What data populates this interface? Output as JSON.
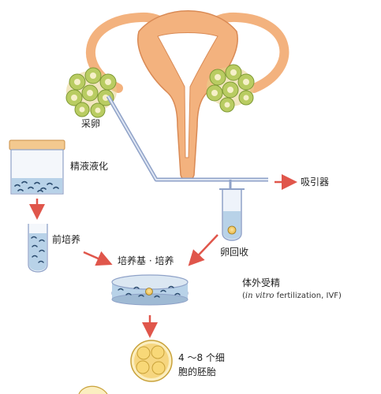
{
  "labels": {
    "egg_retrieval": "采卵",
    "sperm_liquefaction": "精液液化",
    "aspirator": "吸引器",
    "pre_culture": "前培养",
    "egg_recovery": "卵回收",
    "culture_medium": "培养基 · 培养",
    "ivf_title": "体外受精",
    "ivf_english_open": "(",
    "ivf_english_italic": "in vitro",
    "ivf_english_rest": " fertilization, IVF)",
    "embryo_line1": "4 ～8 个细",
    "embryo_line2": "胞的胚胎"
  },
  "colors": {
    "uterus": "#f3b27e",
    "uterus_stroke": "#d98a55",
    "follicle": "#b9cc62",
    "follicle_core": "#f6f0c8",
    "catheter": "#8fa2c8",
    "arrow": "#e0564b",
    "liquid": "#b8d2e8",
    "sperm": "#2b4c6f",
    "embryo": "#f2c24a"
  }
}
